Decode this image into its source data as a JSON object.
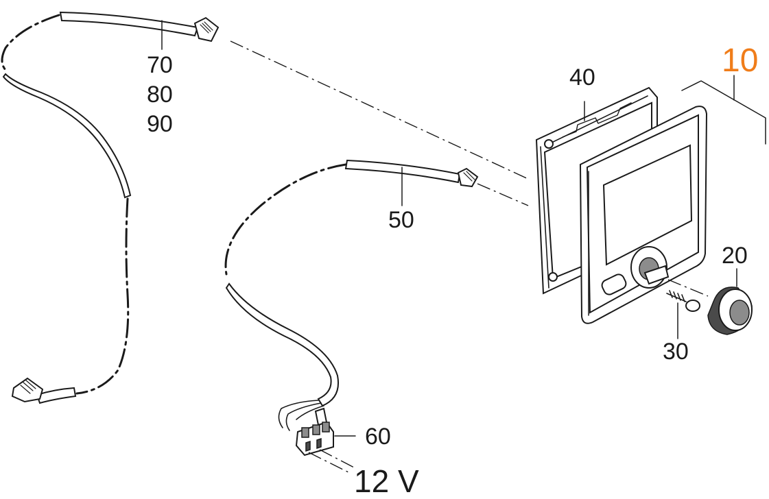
{
  "diagram": {
    "accent_color": "#f07d1a",
    "callouts": [
      {
        "id": "assembly",
        "label": "10"
      },
      {
        "id": "knob",
        "label": "20"
      },
      {
        "id": "screw",
        "label": "30"
      },
      {
        "id": "frame",
        "label": "40"
      },
      {
        "id": "cable-short",
        "label": "50"
      },
      {
        "id": "connector",
        "label": "60"
      },
      {
        "id": "cable-long-a",
        "label": "70"
      },
      {
        "id": "cable-long-b",
        "label": "80"
      },
      {
        "id": "cable-long-c",
        "label": "90"
      }
    ],
    "voltage_label": "12 V"
  }
}
